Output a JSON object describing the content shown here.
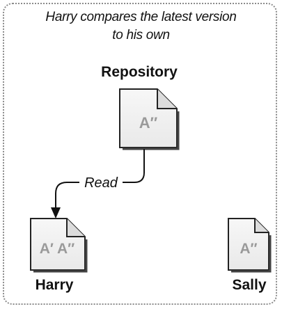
{
  "caption": {
    "line1": "Harry compares the latest version",
    "line2": "to his own"
  },
  "repository": {
    "label": "Repository",
    "document": "A″"
  },
  "edge": {
    "label": "Read"
  },
  "harry": {
    "label": "Harry",
    "document": "A′ A″"
  },
  "sally": {
    "label": "Sally",
    "document": "A″"
  }
}
